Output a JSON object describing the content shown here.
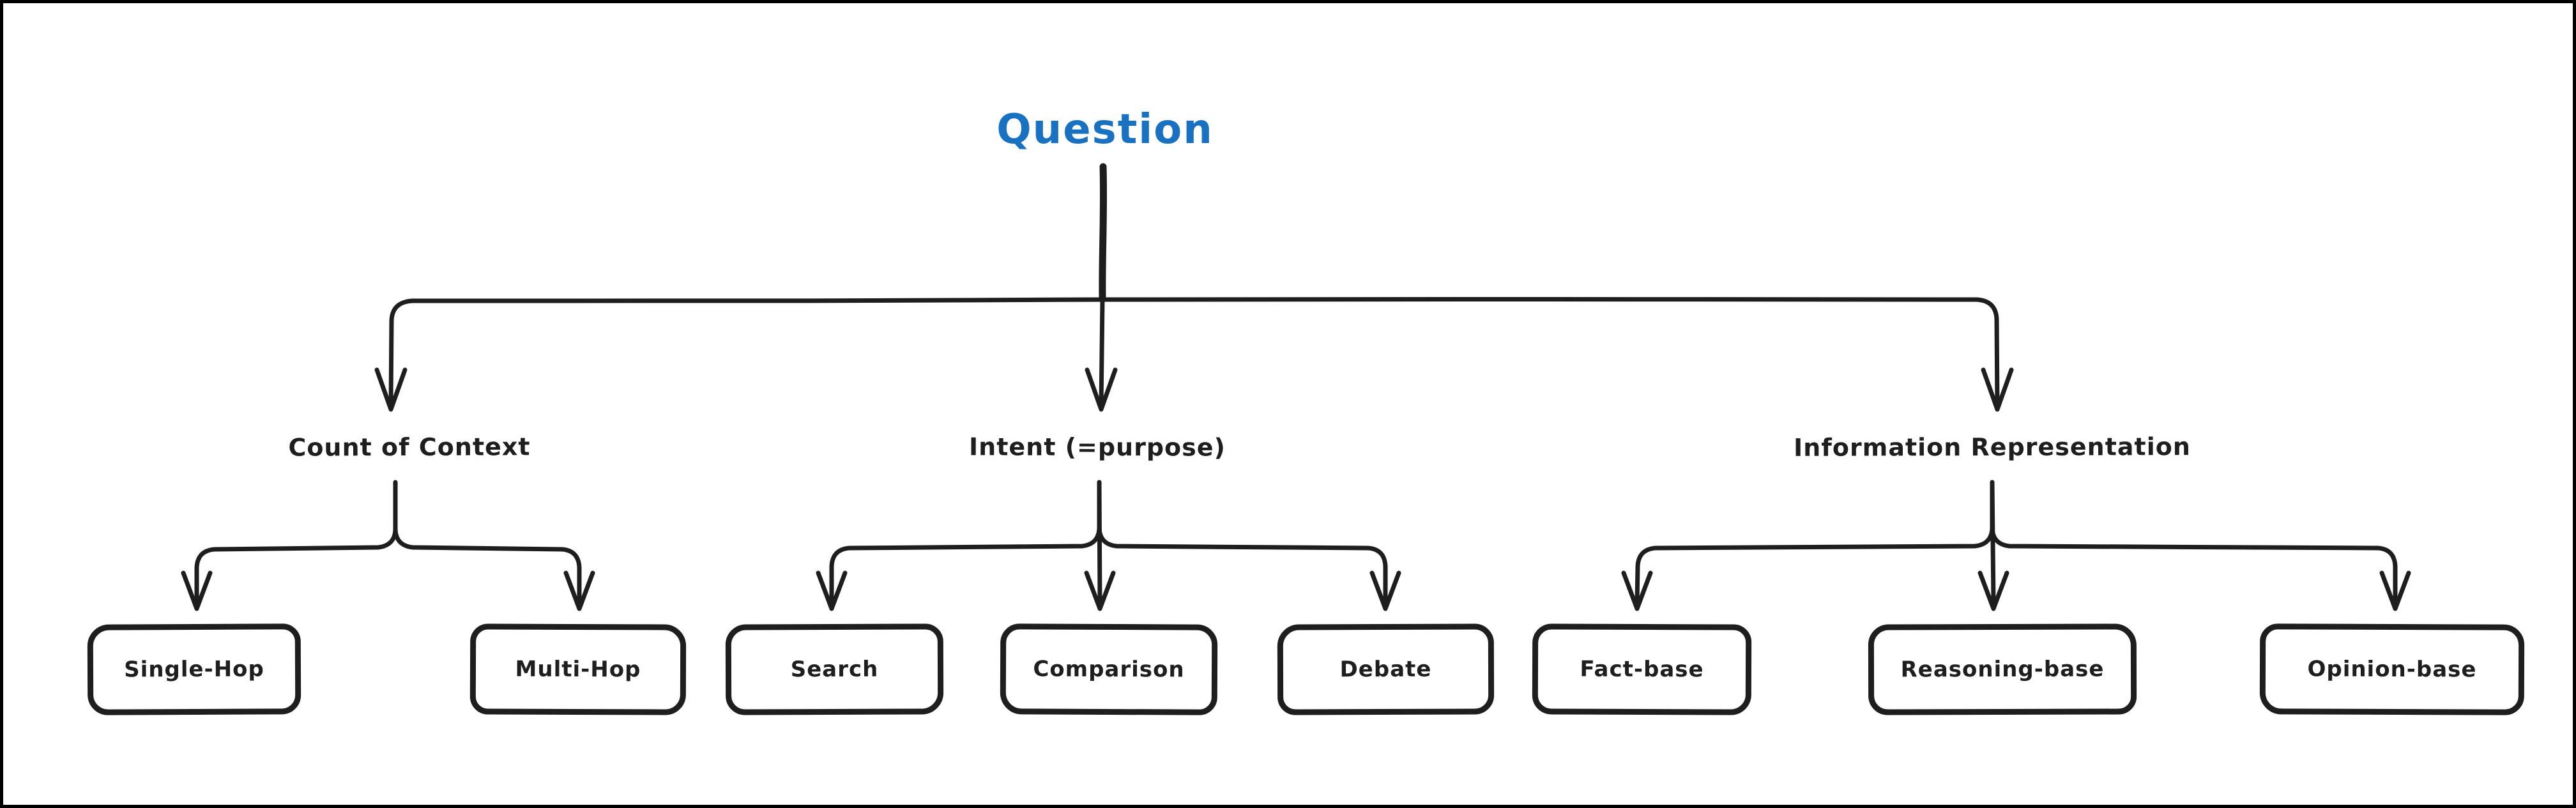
{
  "diagram": {
    "root_label": "Question",
    "branches": [
      {
        "label": "Count of Context",
        "children": [
          "Single-Hop",
          "Multi-Hop"
        ]
      },
      {
        "label": "Intent (=purpose)",
        "children": [
          "Search",
          "Comparison",
          "Debate"
        ]
      },
      {
        "label": "Information Representation",
        "children": [
          "Fact-base",
          "Reasoning-base",
          "Opinion-base"
        ]
      }
    ],
    "colors": {
      "root_accent": "#1971c2",
      "ink": "#1e1e1e",
      "background": "#ffffff",
      "frame": "#000000"
    }
  }
}
